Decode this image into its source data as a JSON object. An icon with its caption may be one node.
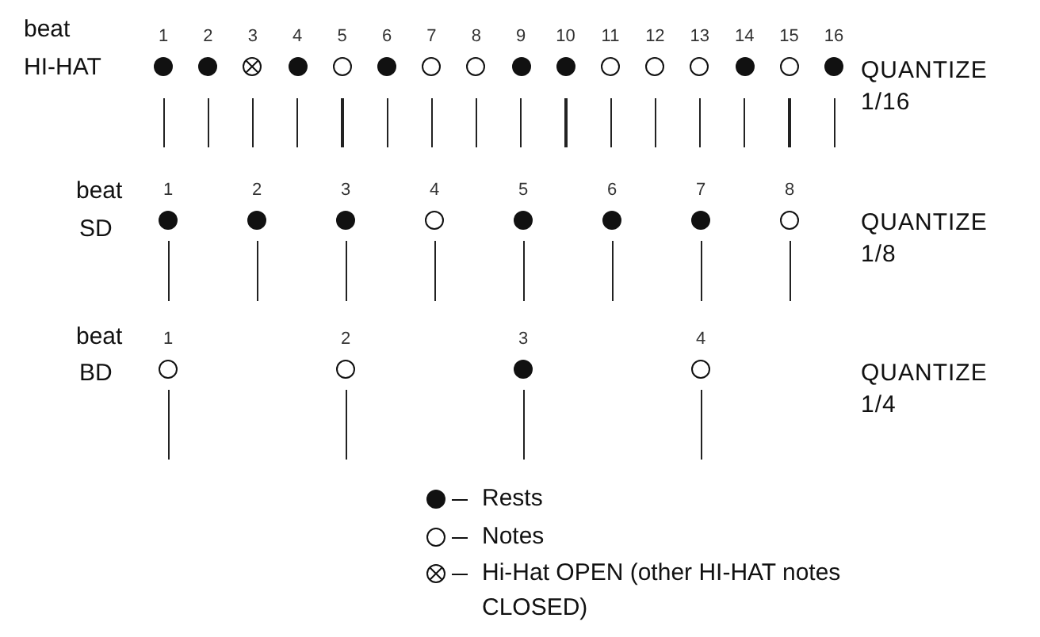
{
  "diagram": {
    "nodes": [
      {
        "text": [],
        "shape": "dot",
        "beside": [
          "1"
        ]
      },
      {
        "text": [],
        "shape": "dot",
        "beside": [
          "2"
        ]
      },
      {
        "text": [],
        "shape": "cross",
        "beside": [
          "3"
        ]
      },
      {
        "text": [],
        "shape": "dot",
        "beside": [
          "4"
        ]
      },
      {
        "text": [],
        "shape": "circle",
        "beside": [
          "5"
        ]
      },
      {
        "text": [],
        "shape": "dot",
        "beside": [
          "6"
        ]
      },
      {
        "text": [],
        "shape": "circle",
        "beside": [
          "7"
        ]
      },
      {
        "text": [],
        "shape": "circle",
        "beside": [
          "8"
        ]
      },
      {
        "text": [],
        "shape": "dot",
        "beside": [
          "9"
        ]
      },
      {
        "text": [],
        "shape": "dot",
        "beside": [
          "10"
        ]
      },
      {
        "text": [],
        "shape": "circle",
        "beside": [
          "11"
        ]
      },
      {
        "text": [],
        "shape": "circle",
        "beside": [
          "12"
        ]
      },
      {
        "text": [],
        "shape": "circle",
        "beside": [
          "13"
        ]
      },
      {
        "text": [],
        "shape": "dot",
        "beside": [
          "14"
        ]
      },
      {
        "text": [],
        "shape": "circle",
        "beside": [
          "15"
        ]
      },
      {
        "text": [],
        "shape": "dot",
        "beside": [
          "16"
        ]
      },
      {
        "text": [],
        "shape": "dot",
        "beside": [
          "1"
        ]
      },
      {
        "text": [],
        "shape": "dot",
        "beside": [
          "2"
        ]
      },
      {
        "text": [],
        "shape": "dot",
        "beside": [
          "3"
        ]
      },
      {
        "text": [],
        "shape": "circle",
        "beside": [
          "4"
        ]
      },
      {
        "text": [],
        "shape": "dot",
        "beside": [
          "5"
        ]
      },
      {
        "text": [],
        "shape": "dot",
        "beside": [
          "6"
        ]
      },
      {
        "text": [],
        "shape": "dot",
        "beside": [
          "7"
        ]
      },
      {
        "text": [],
        "shape": "circle",
        "beside": [
          "8"
        ]
      },
      {
        "text": [],
        "shape": "circle",
        "beside": [
          "1"
        ]
      },
      {
        "text": [],
        "shape": "circle",
        "beside": [
          "2"
        ]
      },
      {
        "text": [],
        "shape": "dot",
        "beside": [
          "3"
        ]
      },
      {
        "text": [],
        "shape": "circle",
        "beside": [
          "4"
        ]
      }
    ],
    "labels": [
      "beat",
      "HI-HAT",
      "QUANTIZE 1/16",
      "beat",
      "SD",
      "QUANTIZE 1/8",
      "beat",
      "BD",
      "QUANTIZE 1/4"
    ],
    "legend": [
      {
        "text": "Rests"
      },
      {
        "text": "Notes"
      },
      {
        "text": "Hi-Hat OPEN (other HI-HAT notes CLOSED)"
      }
    ]
  }
}
